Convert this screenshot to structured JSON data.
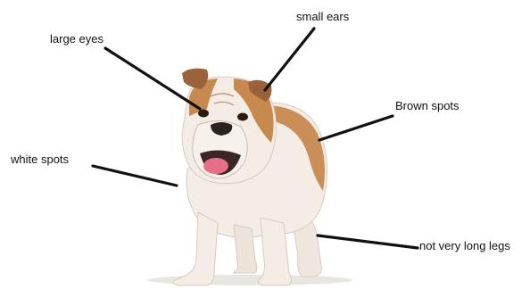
{
  "diagram": {
    "labels": {
      "eyes": "large eyes",
      "ears": "small ears",
      "brown_spots": "Brown spots",
      "white_spots": "white spots",
      "legs": "not very long legs"
    },
    "subject": "bulldog",
    "colors": {
      "fur_white": "#f3ede6",
      "fur_brown": "#c8894f",
      "leader_line": "#111111"
    }
  }
}
